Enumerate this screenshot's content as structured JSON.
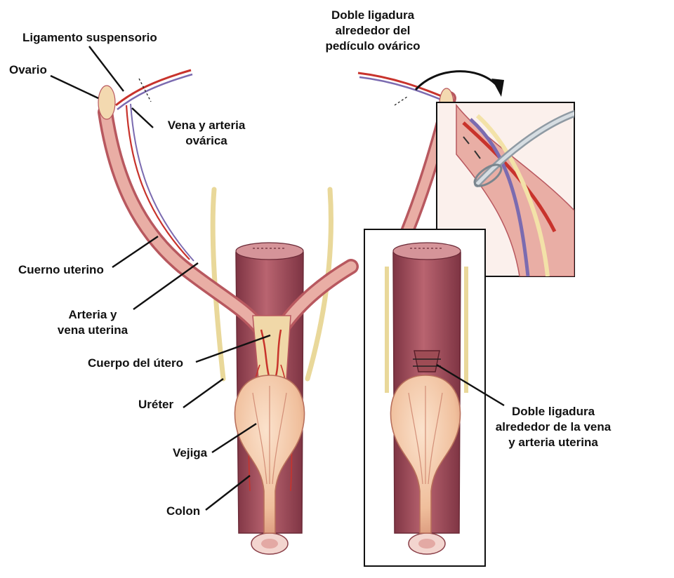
{
  "labels": {
    "suspensory_ligament": "Ligamento suspensorio",
    "ovary": "Ovario",
    "ovarian_vessels": [
      "Vena y arteria",
      "ovárica"
    ],
    "uterine_horn": "Cuerno uterino",
    "uterine_vessels": [
      "Arteria  y",
      "vena uterina"
    ],
    "uterine_body": "Cuerpo del útero",
    "ureter": "Uréter",
    "bladder": "Vejiga",
    "colon": "Colon",
    "ovarian_pedicle_ligature": [
      "Doble ligadura",
      "alrededor del",
      "pedículo ovárico"
    ],
    "uterine_vessel_ligature": [
      "Doble ligadura",
      "alrededor de la vena",
      "y arteria uterina"
    ]
  },
  "colors": {
    "tissue_pink": "#e8a9a0",
    "tissue_dark": "#b35a5f",
    "colon_red": "#9c4653",
    "bladder_tan": "#f1c6a6",
    "artery_red": "#c8332c",
    "vein_purple": "#7b6bb0",
    "ureter_yellow": "#f3e2a8",
    "callout_line": "#111111"
  }
}
